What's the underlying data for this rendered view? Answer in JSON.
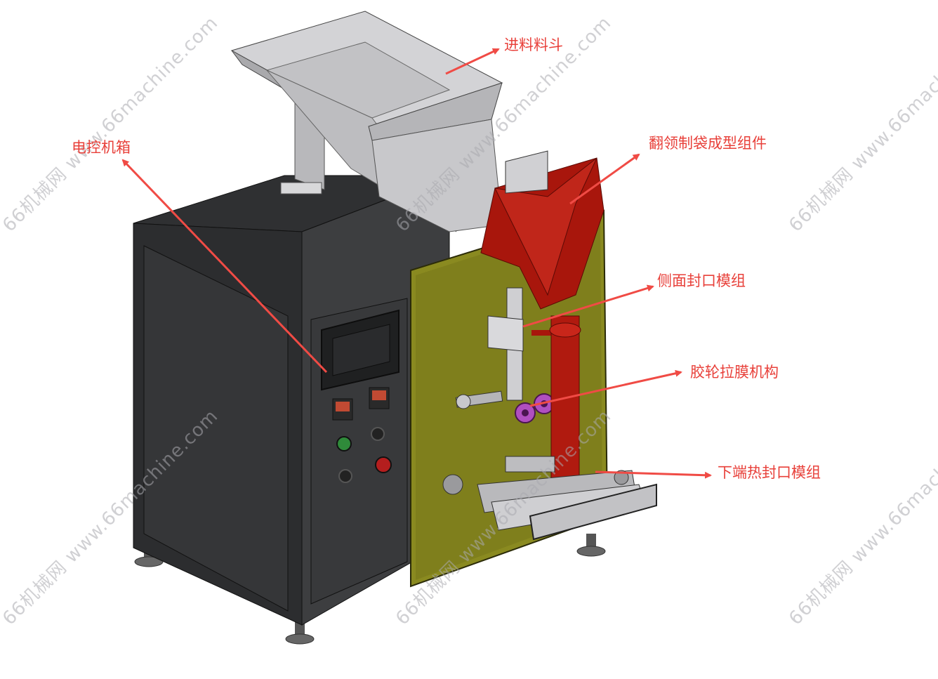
{
  "labels": {
    "hopper": "进料料斗",
    "control_box": "电控机箱",
    "forming_assembly": "翻领制袋成型组件",
    "side_seal": "侧面封口模组",
    "film_pull": "胶轮拉膜机构",
    "bottom_seal": "下端热封口模组"
  },
  "watermark": {
    "text": "66机械网 www.66machine.com"
  },
  "colors": {
    "label": "#e8403a",
    "arrow": "#f04b45",
    "cabinet": "#3d3e40",
    "panel": "#8a8a20",
    "funnel": "#a8160c",
    "hopper": "#c9c9cc"
  }
}
